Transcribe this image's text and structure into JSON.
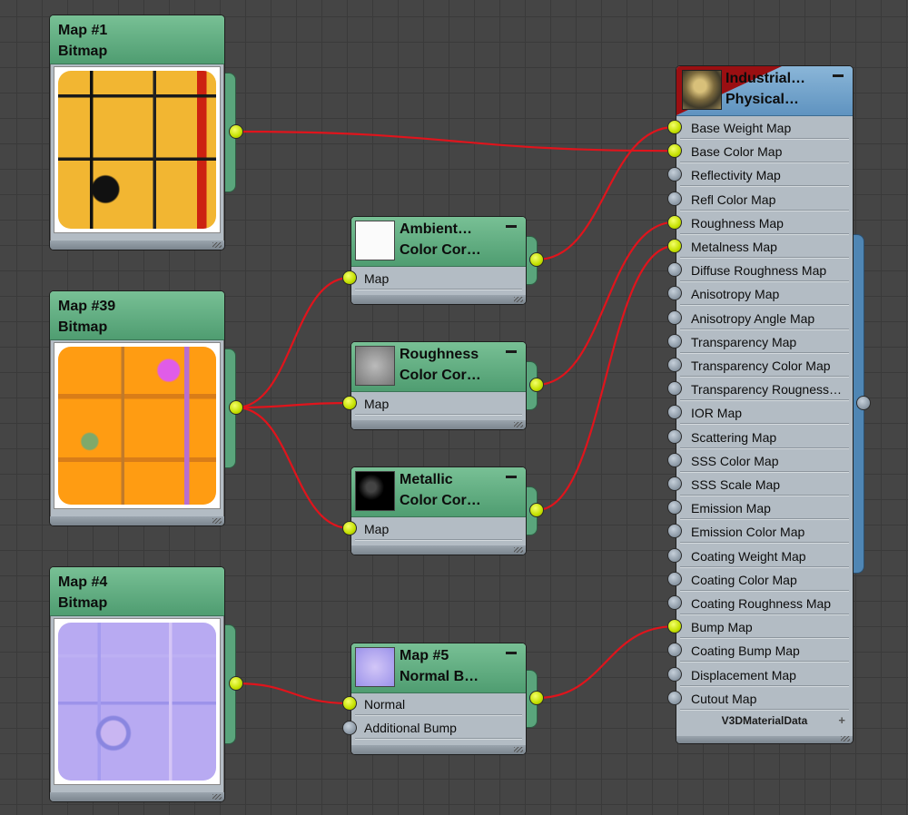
{
  "bitmaps": [
    {
      "id": "map1",
      "title": "Map #1",
      "subtitle": "Bitmap",
      "x": 0,
      "y": 0
    },
    {
      "id": "map39",
      "title": "Map #39",
      "subtitle": "Bitmap"
    },
    {
      "id": "map4",
      "title": "Map #4",
      "subtitle": "Bitmap"
    }
  ],
  "color_correct": [
    {
      "id": "ambient",
      "line1": "Ambient…",
      "line2": "Color Cor…",
      "input": "Map"
    },
    {
      "id": "roughness",
      "line1": "Roughness",
      "line2": "Color Cor…",
      "input": "Map"
    },
    {
      "id": "metallic",
      "line1": "Metallic",
      "line2": "Color Cor…",
      "input": "Map"
    }
  ],
  "normal_bump": {
    "line1": "Map #5",
    "line2": "Normal B…",
    "inputs": [
      "Normal",
      "Additional Bump"
    ]
  },
  "material": {
    "line1": "Industrial…",
    "line2": "Physical…",
    "slots": [
      "Base Weight Map",
      "Base Color Map",
      "Reflectivity Map",
      "Refl Color Map",
      "Roughness Map",
      "Metalness Map",
      "Diffuse Roughness Map",
      "Anisotropy Map",
      "Anisotropy Angle Map",
      "Transparency Map",
      "Transparency Color Map",
      "Transparency Rougness…",
      "IOR Map",
      "Scattering Map",
      "SSS Color Map",
      "SSS Scale Map",
      "Emission Map",
      "Emission Color Map",
      "Coating Weight Map",
      "Coating Color Map",
      "Coating Roughness Map",
      "Bump Map",
      "Coating Bump Map",
      "Displacement Map",
      "Cutout Map"
    ],
    "connected_slots": [
      0,
      1,
      4,
      5,
      21
    ],
    "footer": "V3DMaterialData"
  },
  "colors": {
    "wire": "#e0141c",
    "socket_active": "#c4e000",
    "node_header_green": "#5aa57c",
    "node_header_blue": "#6a9cc6"
  }
}
